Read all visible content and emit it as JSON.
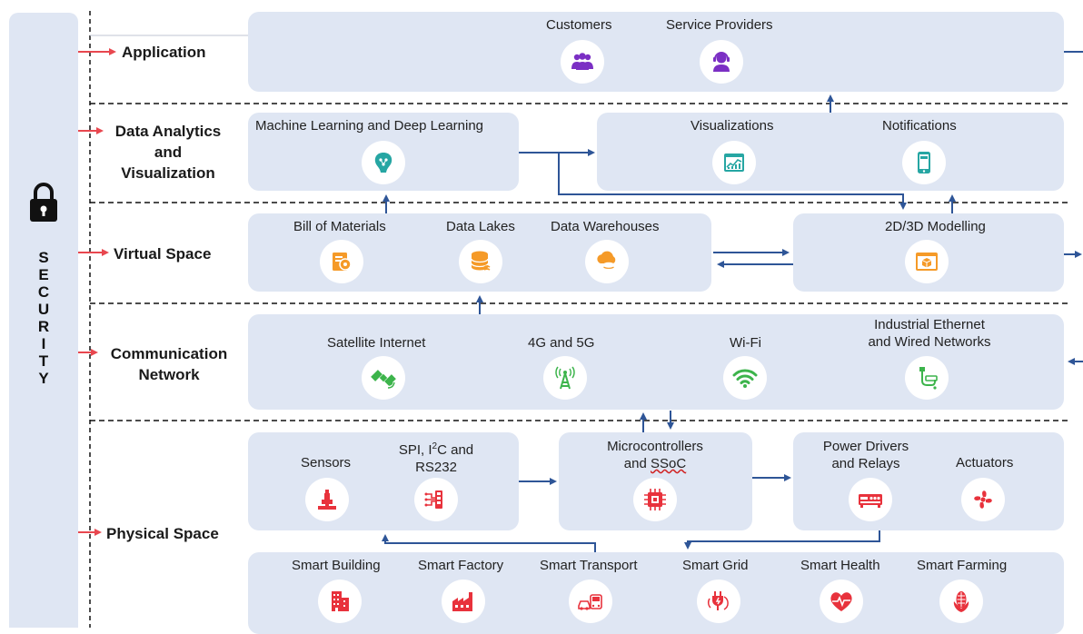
{
  "security": {
    "letters": [
      "S",
      "E",
      "C",
      "U",
      "R",
      "I",
      "T",
      "Y"
    ],
    "icon": "lock-icon"
  },
  "layers": {
    "application": "Application",
    "data_analytics": [
      "Data Analytics",
      "and",
      "Visualization"
    ],
    "virtual_space": "Virtual Space",
    "communication": [
      "Communication",
      "Network"
    ],
    "physical_space": "Physical Space"
  },
  "application": {
    "customers": {
      "label": "Customers",
      "icon": "customers-icon"
    },
    "service_providers": {
      "label": "Service Providers",
      "icon": "service-provider-icon"
    }
  },
  "analytics": {
    "ml": {
      "label": "Machine Learning and Deep Learning",
      "icon": "brain-chip-icon"
    },
    "visualizations": {
      "label": "Visualizations",
      "icon": "dashboard-chart-icon"
    },
    "notifications": {
      "label": "Notifications",
      "icon": "mobile-notification-icon"
    }
  },
  "virtual": {
    "bom": {
      "label": "Bill of Materials",
      "icon": "gears-document-icon"
    },
    "data_lakes": {
      "label": "Data Lakes",
      "icon": "database-icon"
    },
    "data_warehouses": {
      "label": "Data Warehouses",
      "icon": "cloud-database-icon"
    },
    "modelling": {
      "label": "2D/3D Modelling",
      "icon": "cube-window-icon"
    }
  },
  "communication": {
    "satellite": {
      "label": "Satellite Internet",
      "icon": "satellite-icon"
    },
    "cellular": {
      "label": "4G and 5G",
      "icon": "cell-tower-icon"
    },
    "wifi": {
      "label": "Wi-Fi",
      "icon": "wifi-icon"
    },
    "ethernet": {
      "label_lines": [
        "Industrial Ethernet",
        "and Wired Networks"
      ],
      "icon": "ethernet-cable-icon"
    }
  },
  "physical": {
    "sensors": {
      "label": "Sensors",
      "icon": "sensor-icon"
    },
    "spi": {
      "label_lines": [
        "SPI, I",
        "2",
        "C and",
        "RS232"
      ],
      "icon": "circuit-connector-icon"
    },
    "mcu": {
      "label_lines": [
        "Microcontrollers",
        "and ",
        "SSoC"
      ],
      "icon": "chip-icon"
    },
    "drivers": {
      "label_lines": [
        "Power Drivers",
        "and Relays"
      ],
      "icon": "power-driver-icon"
    },
    "actuators": {
      "label": "Actuators",
      "icon": "fan-icon"
    }
  },
  "smart": {
    "building": {
      "label": "Smart Building",
      "icon": "building-icon"
    },
    "factory": {
      "label": "Smart Factory",
      "icon": "factory-icon"
    },
    "transport": {
      "label": "Smart Transport",
      "icon": "vehicles-icon"
    },
    "grid": {
      "label": "Smart Grid",
      "icon": "power-plug-icon"
    },
    "health": {
      "label": "Smart Health",
      "icon": "heart-pulse-icon"
    },
    "farming": {
      "label": "Smart Farming",
      "icon": "corn-icon"
    }
  },
  "colors": {
    "panel": "#dfe6f3",
    "arrow_blue": "#2e5597",
    "arrow_red": "#e8474f",
    "icon_orange": "#f59a28",
    "icon_purple": "#7b2fc4",
    "icon_green": "#3cb44b",
    "icon_teal": "#26a6a3",
    "icon_red": "#e8323c"
  }
}
